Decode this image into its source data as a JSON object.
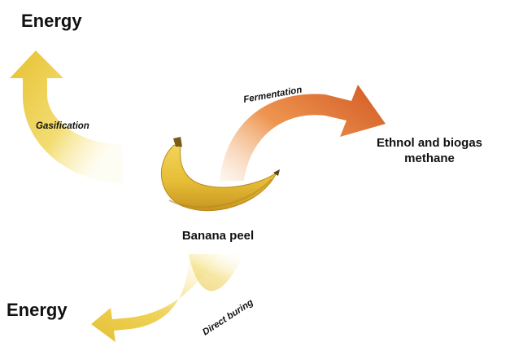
{
  "labels": {
    "energy_top": "Energy",
    "energy_bottom": "Energy",
    "center": "Banana peel",
    "product_line1": "Ethnol and biogas",
    "product_line2": "methane"
  },
  "processes": {
    "gasification": "Gasification",
    "fermentation": "Fermentation",
    "direct_burning": "Direct buring"
  },
  "colors": {
    "yellow_arrow": "#EFD550",
    "orange_arrow": "#D9622A",
    "banana_yellow": "#E8C43C",
    "banana_shade": "#C99A22",
    "text": "#111111"
  }
}
